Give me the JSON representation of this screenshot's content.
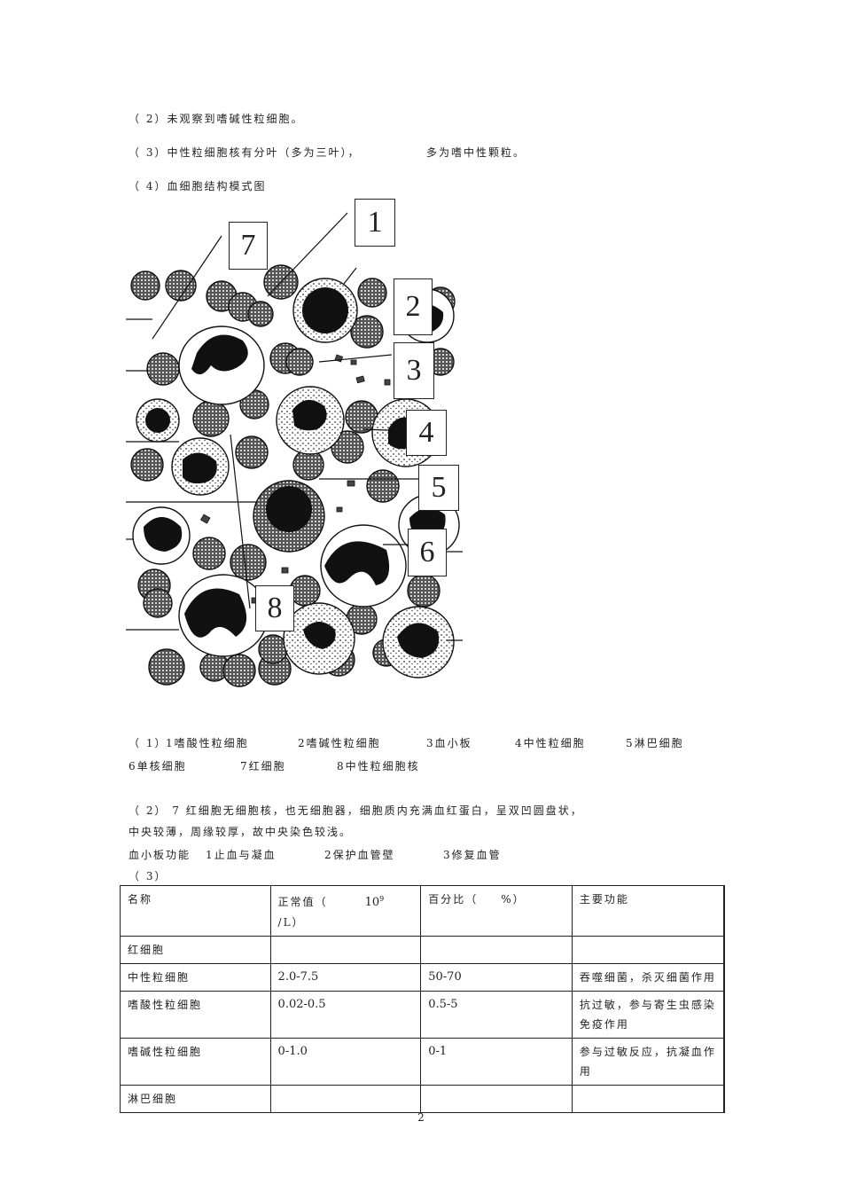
{
  "lines": {
    "l1": "（ 2）未观察到嗜碱性粒细胞。",
    "l2a": "（ 3）中性粒细胞核有分叶（多为三叶），",
    "l2b": "多为嗜中性颗粒。",
    "l3": "（ 4）血细胞结构模式图"
  },
  "figure_labels": [
    "1",
    "2",
    "3",
    "4",
    "5",
    "6",
    "7",
    "8"
  ],
  "answers": {
    "a1_prefix": "（ 1）",
    "a1_items": [
      "1嗜酸性粒细胞",
      "2嗜碱性粒细胞",
      "3血小板",
      "4中性粒细胞",
      "5淋巴细胞",
      "6单核细胞",
      "7红细胞",
      "8中性粒细胞核"
    ],
    "a2_line1": "（ 2） 7 红细胞无细胞核，也无细胞器，细胞质内充满血红蛋白，呈双凹圆盘状，",
    "a2_line2": "中央较薄，周缘较厚，故中央染色较浅。",
    "a2_line3_prefix": "血小板功能",
    "a2_line3_items": [
      "1止血与凝血",
      "2保护血管壁",
      "3修复血管"
    ],
    "a3_prefix": "（ 3）"
  },
  "table": {
    "header": [
      "名称",
      "正常值（",
      "10",
      "9",
      " /L）",
      "百分比（",
      "%）",
      "主要功能"
    ],
    "rows": [
      [
        "红细胞",
        "",
        "",
        ""
      ],
      [
        "中性粒细胞",
        "2.0-7.5",
        "50-70",
        "吞噬细菌，杀灭细菌作用"
      ],
      [
        "嗜酸性粒细胞",
        "0.02-0.5",
        "0.5-5",
        "抗过敏，参与寄生虫感染免疫作用"
      ],
      [
        "嗜碱性粒细胞",
        "0-1.0",
        "0-1",
        "参与过敏反应，抗凝血作用"
      ],
      [
        "淋巴细胞",
        "",
        "",
        ""
      ]
    ]
  },
  "page_number": "2"
}
